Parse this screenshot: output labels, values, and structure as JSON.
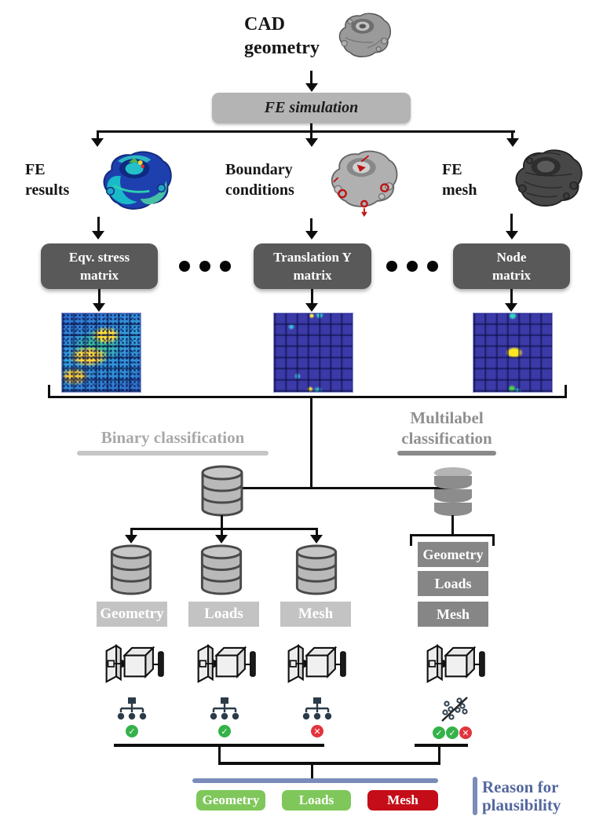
{
  "header": {
    "title_line1": "CAD",
    "title_line2": "geometry"
  },
  "fe_simulation_label": "FE simulation",
  "branches": [
    {
      "label_line1": "FE",
      "label_line2": "results",
      "box_line1": "Eqv. stress",
      "box_line2": "matrix",
      "model": "fe-results-model"
    },
    {
      "label_line1": "Boundary",
      "label_line2": "conditions",
      "box_line1": "Translation Y",
      "box_line2": "matrix",
      "model": "boundary-conditions-model"
    },
    {
      "label_line1": "FE",
      "label_line2": "mesh",
      "box_line1": "Node",
      "box_line2": "matrix",
      "model": "fe-mesh-model"
    }
  ],
  "matrices": [
    "eqv-stress-heatmap",
    "translation-y-heatmap",
    "node-heatmap"
  ],
  "classification": {
    "binary_label": "Binary classification",
    "multilabel_line1": "Multilabel",
    "multilabel_line2": "classification"
  },
  "binary_datasets": [
    "Geometry",
    "Loads",
    "Mesh"
  ],
  "multilabel_datasets": [
    "Geometry",
    "Loads",
    "Mesh"
  ],
  "binary_verdicts": [
    "pass",
    "pass",
    "fail"
  ],
  "multilabel_verdicts": [
    "pass",
    "pass",
    "fail"
  ],
  "bottom": {
    "buttons": [
      {
        "label": "Geometry",
        "color": "#7FC75A"
      },
      {
        "label": "Loads",
        "color": "#7FC75A"
      },
      {
        "label": "Mesh",
        "color": "#C40D18"
      }
    ],
    "reason_line1": "Reason for",
    "reason_line2": "plausibility"
  },
  "glyphs": {
    "check": "✓",
    "cross": "✕"
  },
  "colors": {
    "box_gray": "#B4B4B4",
    "box_dark": "#595959",
    "binary_text": "#A9A9A9",
    "binary_bar": "#C6C6C6",
    "multilabel_text": "#8F8F8F",
    "multilabel_bar": "#8A8A8A",
    "left_label_bg": "#C3C3C3",
    "right_label_bg": "#868686",
    "pass_green": "#35B24A",
    "fail_red": "#E2343E",
    "button_green": "#7FC75A",
    "button_red": "#C40D18",
    "plausibility_blue": "#7A8CBA",
    "reason_text_blue": "#54679E",
    "heatmap_indigo": "#3C3AA8"
  }
}
